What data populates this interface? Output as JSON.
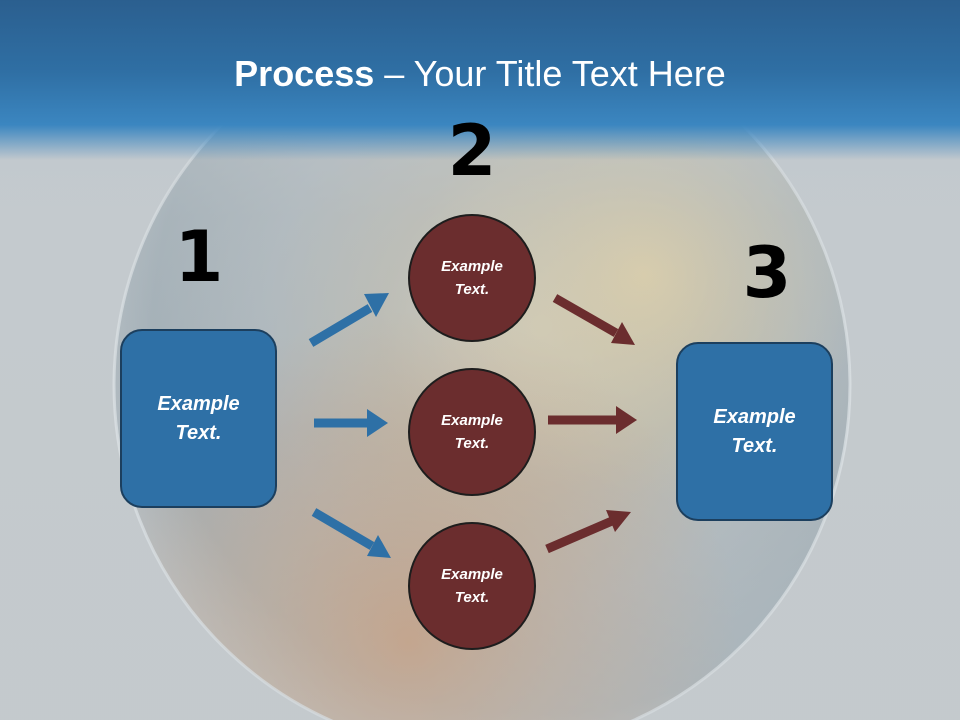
{
  "slide": {
    "title_bold": "Process",
    "title_rest": " – Your Title Text Here"
  },
  "steps": {
    "step1": "1",
    "step2": "2",
    "step3": "3"
  },
  "boxes": {
    "left_text": "Example Text.",
    "right_text": "Example Text."
  },
  "circles": {
    "top_text": "Example Text.",
    "middle_text": "Example Text.",
    "bottom_text": "Example Text."
  },
  "colors": {
    "header_blue": "#2f6fa4",
    "box_blue": "#2e70a6",
    "circle_maroon": "#6b2d2e",
    "arrow_blue": "#2e70a6",
    "arrow_maroon": "#6b2d2e"
  }
}
